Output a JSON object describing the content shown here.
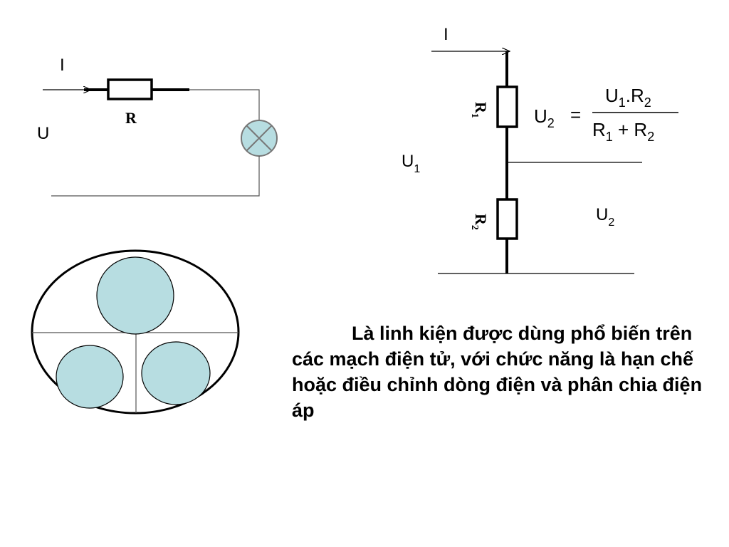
{
  "colors": {
    "line": "#000000",
    "wire": "#555555",
    "fill_light_blue": "#b7dde1",
    "lamp_fill": "#b7dde1"
  },
  "circuit1": {
    "current_label": "I",
    "voltage_label": "U",
    "resistor_label": "R"
  },
  "circuit2": {
    "current_label": "I",
    "r1_label": "R",
    "r1_sub": "1",
    "r2_label": "R",
    "r2_sub": "2",
    "u1_label": "U",
    "u1_sub": "1",
    "u2_label": "U",
    "u2_sub": "2"
  },
  "formula": {
    "lhs": "U",
    "lhs_sub": "2",
    "eq": "=",
    "num_a": "U",
    "num_a_sub": "1",
    "num_dot": ".R",
    "num_b_sub": "2",
    "den_a": "R",
    "den_a_sub": "1",
    "den_plus": " + R",
    "den_b_sub": "2"
  },
  "description": "Là linh kiện được dùng phổ biến trên các mạch điện tử, với chức năng là hạn chế hoặc điều chỉnh dòng điện và phân chia điện áp"
}
